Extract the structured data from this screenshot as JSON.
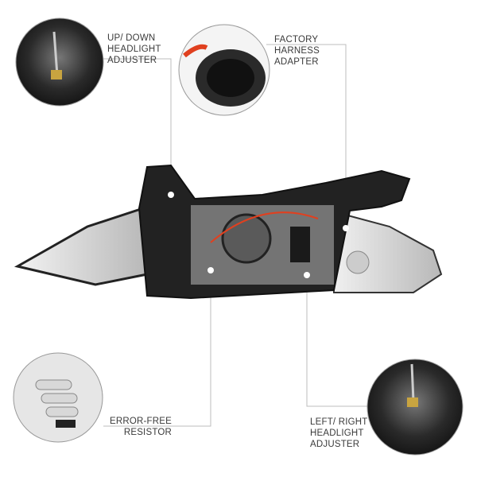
{
  "callouts": {
    "updown": {
      "lines": [
        "UP/ DOWN",
        "HEADLIGHT",
        "ADJUSTER"
      ]
    },
    "harness": {
      "lines": [
        "FACTORY",
        "HARNESS",
        "ADAPTER"
      ]
    },
    "resistor": {
      "lines": [
        "ERROR-FREE",
        "RESISTOR"
      ]
    },
    "leftright": {
      "lines": [
        "LEFT/ RIGHT",
        "HEADLIGHT",
        "ADJUSTER"
      ]
    }
  },
  "colors": {
    "line": "#bdbdbd",
    "text": "#3a3a3a",
    "housing": "#1c1c1c",
    "wire": "#e0401f"
  }
}
